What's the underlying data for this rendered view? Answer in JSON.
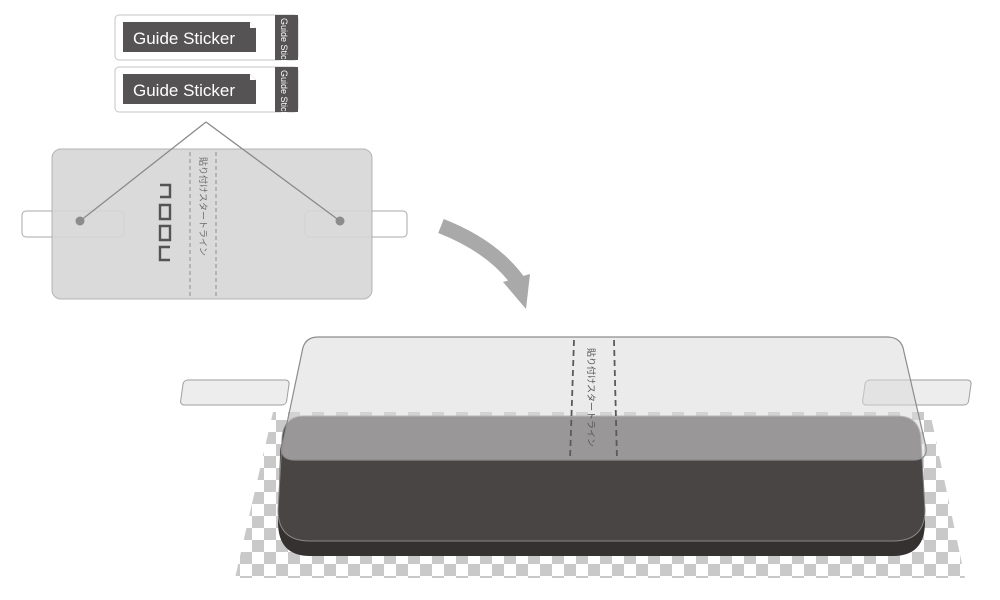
{
  "stickers": [
    {
      "label": "Guide Sticker",
      "tab_label": "Guide Sticker"
    },
    {
      "label": "Guide Sticker",
      "tab_label": "Guide Sticker"
    }
  ],
  "protector_sheet": {
    "brand_logo": "ΠΟΟΠ",
    "start_line_label": "貼り付けスタートライン"
  },
  "installed_view": {
    "start_line_label": "貼り付けスタートライン"
  },
  "icons": {
    "arrow": "curved-arrow-icon"
  },
  "colors": {
    "sticker_dark": "#555353",
    "film": "#d7d7d7",
    "phone_body": "#4a4545",
    "checker": "#c9c9c9"
  }
}
